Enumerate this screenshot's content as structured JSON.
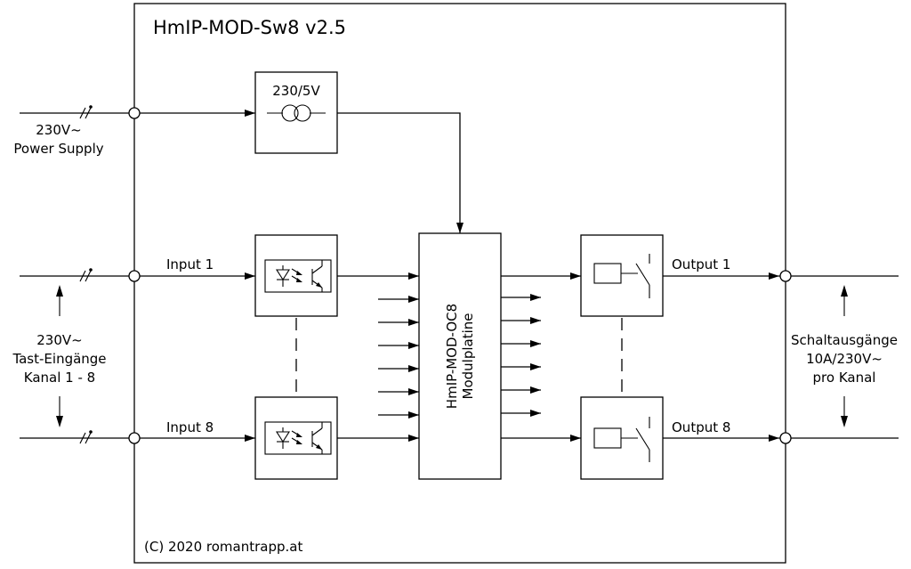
{
  "title": "HmIP-MOD-Sw8 v2.5",
  "psu_label": "230/5V",
  "power": {
    "line1": "230V~",
    "line2": "Power Supply"
  },
  "inputs": {
    "input_first": "Input  1",
    "input_last": "Input  8",
    "side_line1": "230V~",
    "side_line2": "Tast-Eingänge",
    "side_line3": "Kanal 1 - 8"
  },
  "module": {
    "line1": "HmIP-MOD-OC8",
    "line2": "Modulplatine"
  },
  "outputs": {
    "output_first": "Output  1",
    "output_last": "Output  8",
    "side_line1": "Schaltausgänge",
    "side_line2": "10A/230V~",
    "side_line3": "pro Kanal"
  },
  "copyright": "(C) 2020 romantrapp.at"
}
